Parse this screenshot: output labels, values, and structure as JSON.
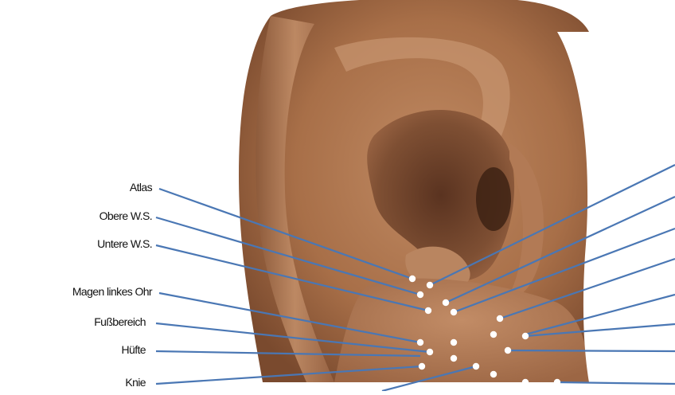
{
  "labels": {
    "atlas": "Atlas",
    "obere_ws": "Obere W.S.",
    "untere_ws": "Untere W.S.",
    "magen": "Magen linkes Ohr",
    "fussbereich": "Fußbereich",
    "huefte": "Hüfte",
    "knie": "Knie"
  },
  "colors": {
    "skin_base": "#b37a55",
    "skin_dark": "#5a3320",
    "leader_line": "#4a77b4",
    "point": "#ffffff"
  }
}
